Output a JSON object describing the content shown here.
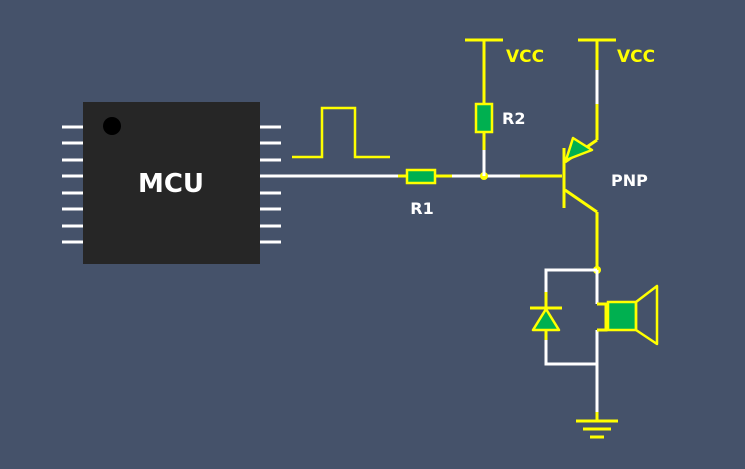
{
  "colors": {
    "background": "#45526a",
    "wire_white": "#ffffff",
    "wire_yellow": "#ffff00",
    "component_fill": "#00b050",
    "chip_body": "#262626",
    "chip_dot": "#000000"
  },
  "labels": {
    "mcu": "MCU",
    "r1": "R1",
    "r2": "R2",
    "vcc_left": "VCC",
    "vcc_right": "VCC",
    "pnp": "PNP"
  }
}
